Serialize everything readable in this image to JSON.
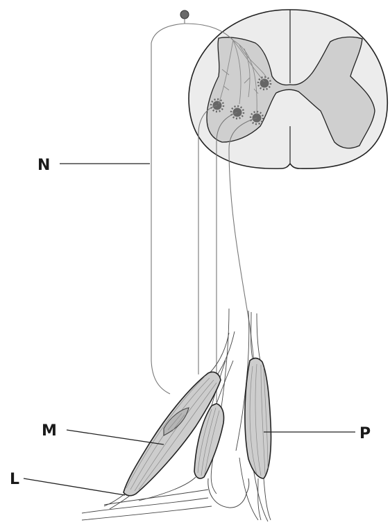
{
  "labels": {
    "n": "N",
    "m": "M",
    "l": "L",
    "p": "P"
  },
  "colors": {
    "cord_white_matter": "#ececec",
    "cord_gray_matter": "#cfcfcf",
    "muscle_fill": "#cdcdcd",
    "outline": "#222222",
    "nerve": "#777777",
    "neuron_body": "#666666"
  }
}
